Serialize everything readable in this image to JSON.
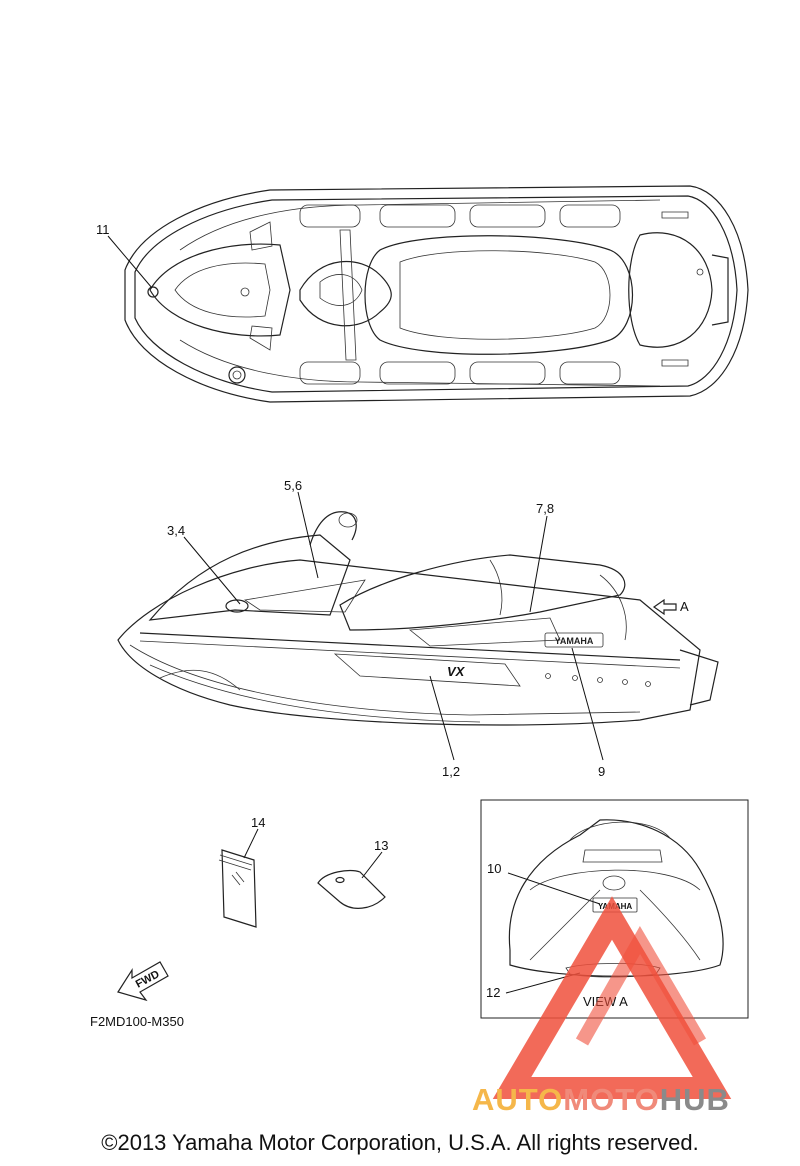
{
  "callouts": {
    "c11": "11",
    "c56": "5,6",
    "c34": "3,4",
    "c78": "7,8",
    "cA": "A",
    "c12": "1,2",
    "c9": "9",
    "c14": "14",
    "c13": "13",
    "c10": "10",
    "c12b": "12"
  },
  "decals": {
    "vx_logo": "VX",
    "yamaha_side": "YAMAHA",
    "yamaha_view": "YAMAHA",
    "fwd": "FWD"
  },
  "view_caption": "VIEW A",
  "part_code": "F2MD100-M350",
  "watermark": {
    "auto": "AUTO",
    "moto": "MOTO",
    "hub": "HUB",
    "colors": {
      "auto": "#f5b74a",
      "moto": "#f08a7a",
      "hub": "#8a8a8a",
      "triangle": "#f0503c"
    }
  },
  "copyright": "©2013 Yamaha Motor Corporation, U.S.A. All rights reserved."
}
